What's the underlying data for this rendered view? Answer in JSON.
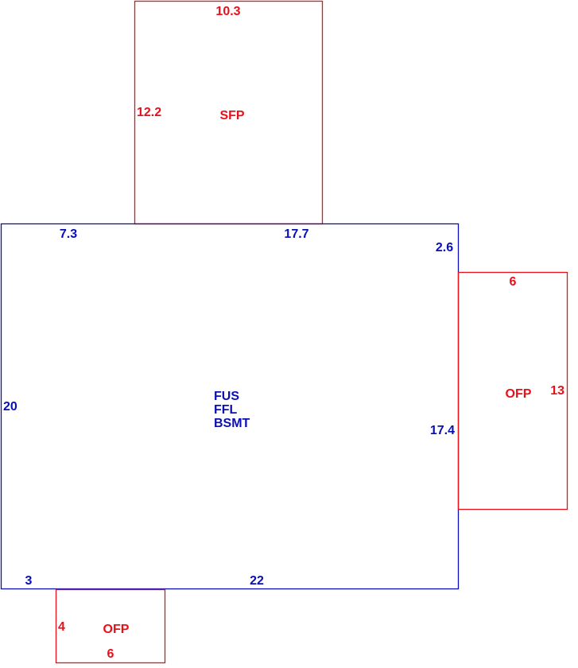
{
  "colors": {
    "addition": "#e8101a",
    "main": "#0a0fb5"
  },
  "sfp": {
    "top": "10.3",
    "side": "12.2",
    "label": "SFP"
  },
  "main": {
    "top_left": "7.3",
    "top_right": "17.7",
    "corner": "2.6",
    "left": "20",
    "right": "17.4",
    "bottom_left": "3",
    "bottom": "22",
    "code1": "FUS",
    "code2": "FFL",
    "code3": "BSMT"
  },
  "ofp_right": {
    "top": "6",
    "label": "OFP",
    "side": "13"
  },
  "ofp_bottom": {
    "side": "4",
    "label": "OFP",
    "bottom": "6"
  }
}
